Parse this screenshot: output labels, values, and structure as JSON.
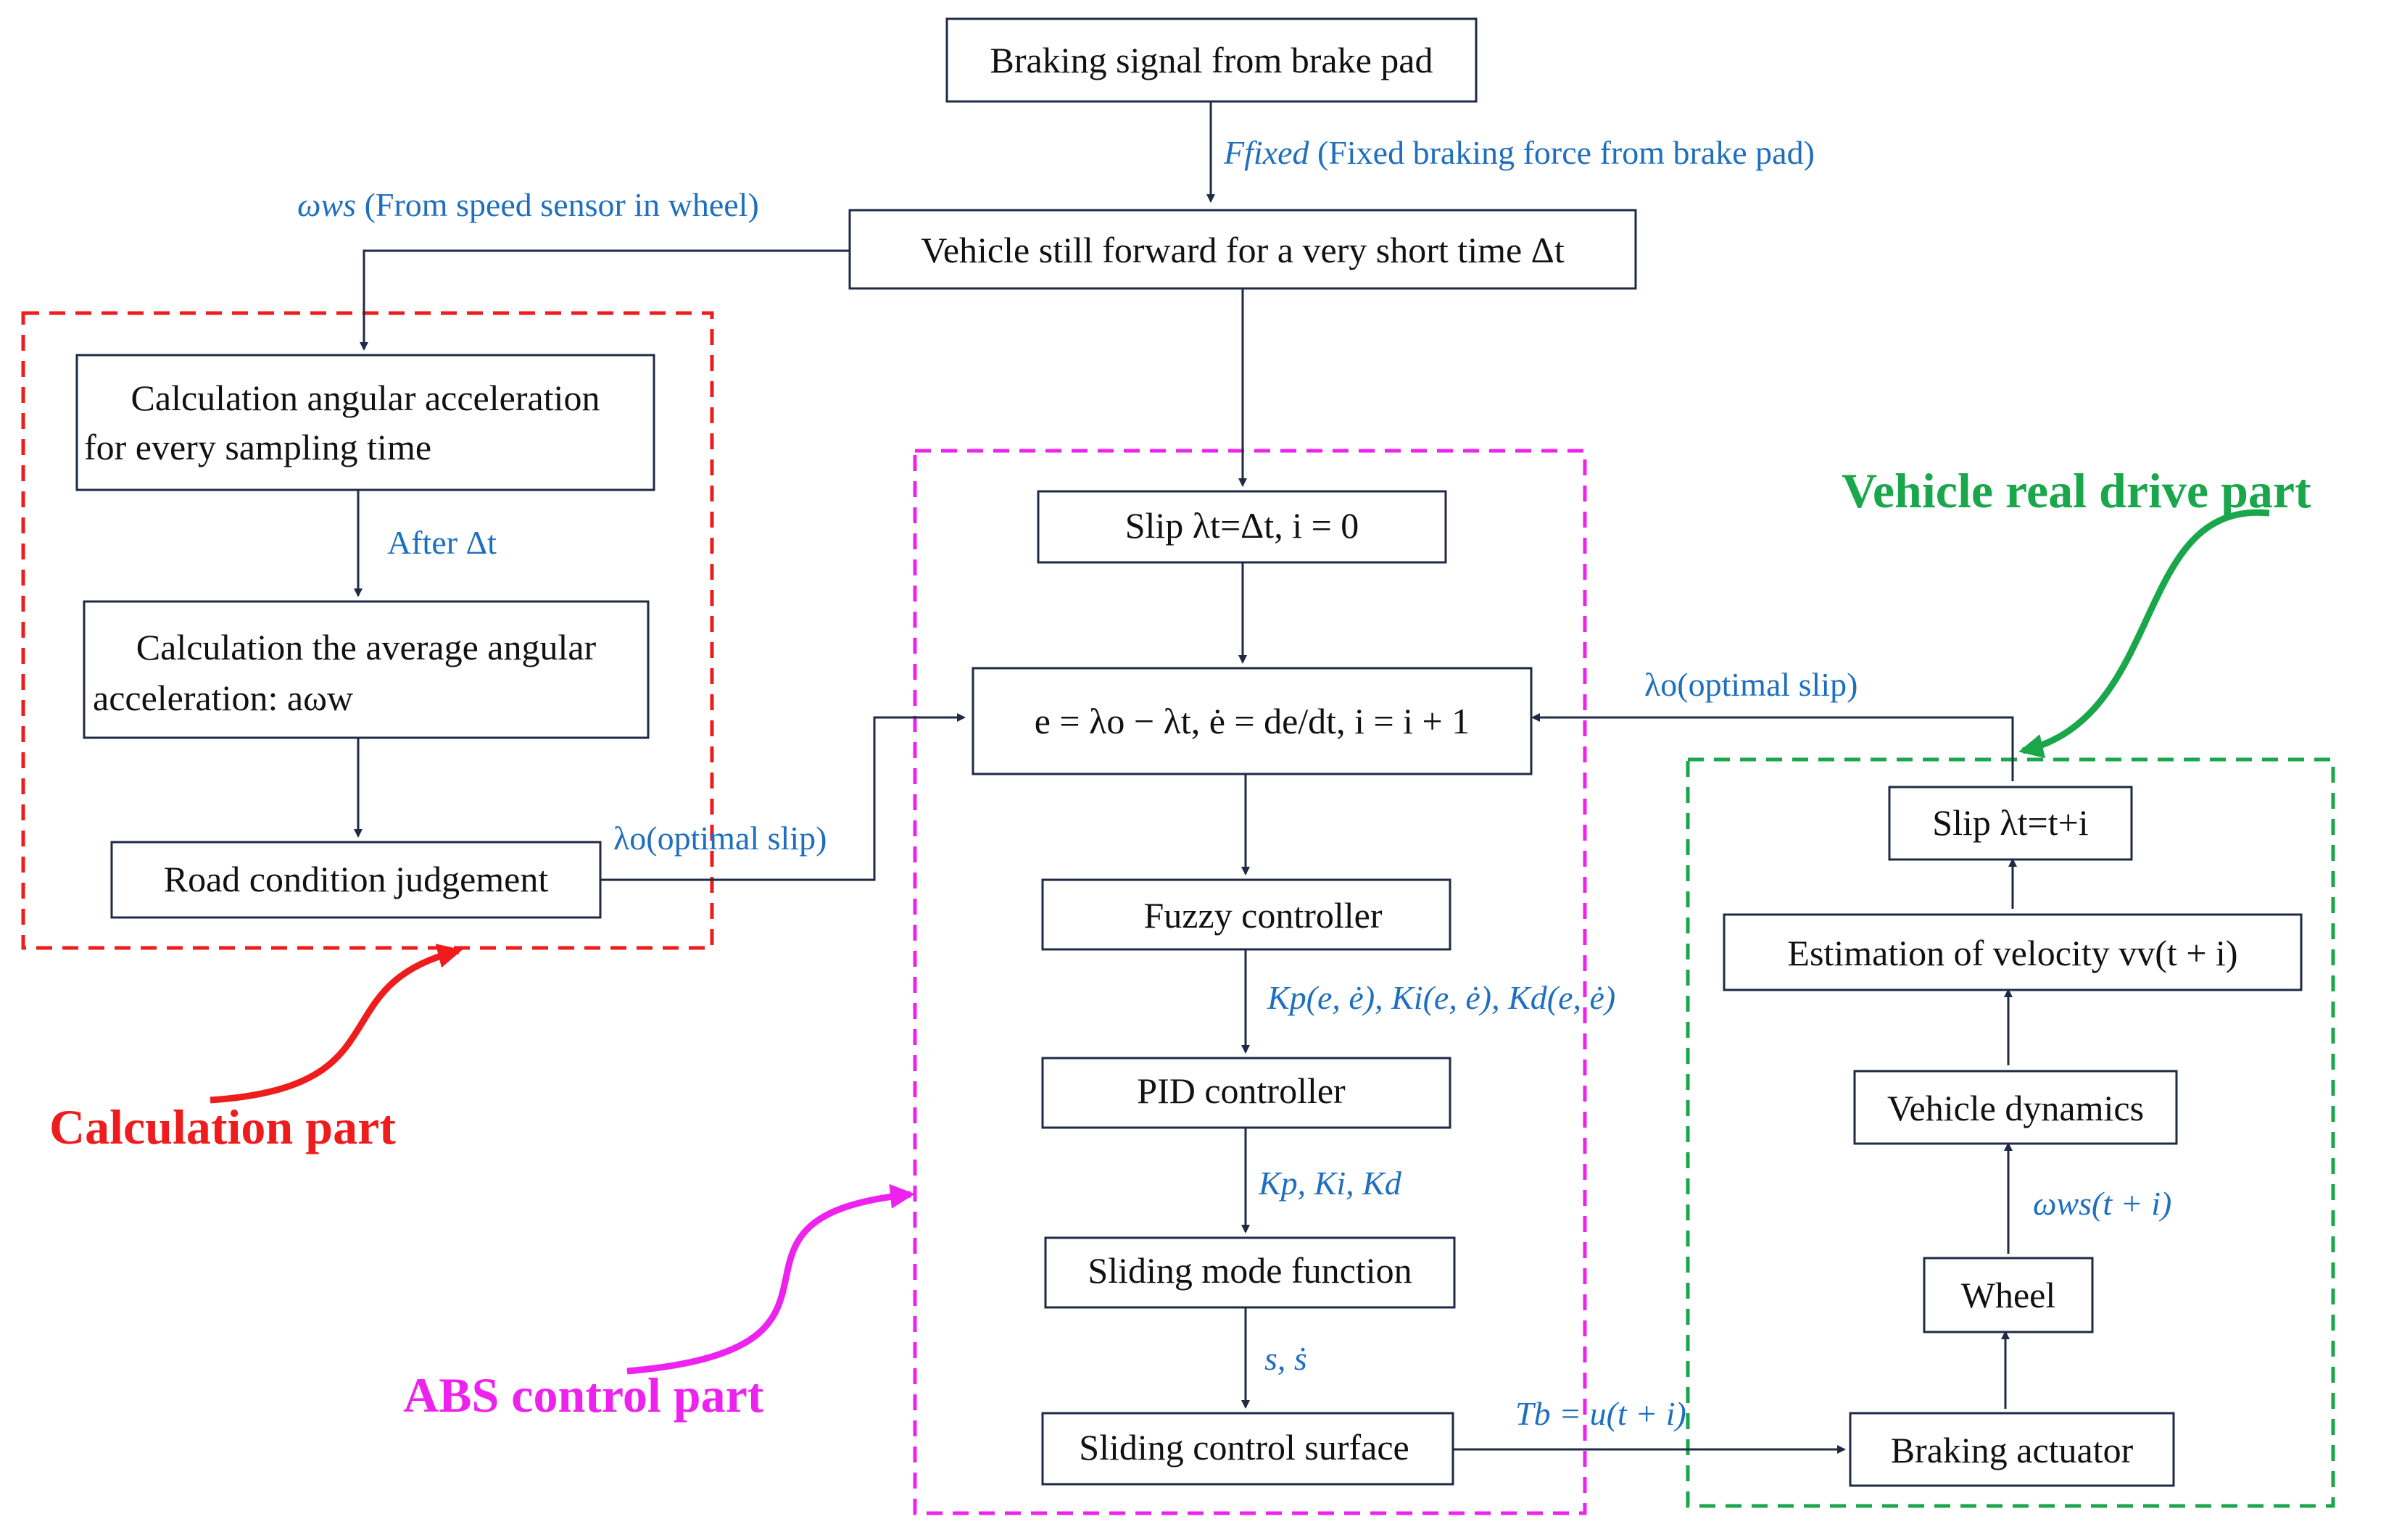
{
  "boxes": {
    "braking_signal": "Braking signal from brake pad",
    "vehicle_forward": "Vehicle still forward for a very short time Δt",
    "calc_angular_line1": "Calculation angular acceleration",
    "calc_angular_line2": "for every sampling time",
    "calc_avg_line1": "Calculation the average angular",
    "calc_avg_line2": "acceleration: aωw",
    "road_condition": "Road condition judgement",
    "slip_initial": "Slip λt=Δt, i = 0",
    "error_eq": "e = λo − λt, ė = de/dt, i = i + 1",
    "fuzzy": "Fuzzy controller",
    "pid": "PID controller",
    "sliding_function": "Sliding mode function",
    "sliding_surface": "Sliding control surface",
    "slip_t_i": "Slip λt=t+i",
    "estimation_velocity": "Estimation of velocity vv(t + i)",
    "vehicle_dynamics": "Vehicle dynamics",
    "wheel": "Wheel",
    "braking_actuator": "Braking actuator"
  },
  "flows": {
    "f_fixed": "Ffixed",
    "f_fixed_desc": "(Fixed braking force from brake pad)",
    "omega_ws": "ωws",
    "omega_ws_desc": "(From speed sensor in wheel)",
    "after_dt": "After Δt",
    "optimal_slip_left": "λo(optimal slip)",
    "optimal_slip_right": "λo(optimal slip)",
    "gains_fn": "Kp(e, ė), Ki(e, ė), Kd(e, ė)",
    "gains": "Kp, Ki, Kd",
    "s_sdot": "s, ṡ",
    "tb": "Tb = u(t + i)",
    "omega_ws_t_i": "ωws(t + i)"
  },
  "regions": {
    "calculation": "Calculation part",
    "abs_control": "ABS control part",
    "vehicle_real": "Vehicle real drive part"
  },
  "colors": {
    "calculation": "#ee1c1c",
    "abs_control": "#ee22ee",
    "vehicle_real": "#1aa64a",
    "flow_text": "#1f6fbf",
    "line": "#1f2a44"
  }
}
